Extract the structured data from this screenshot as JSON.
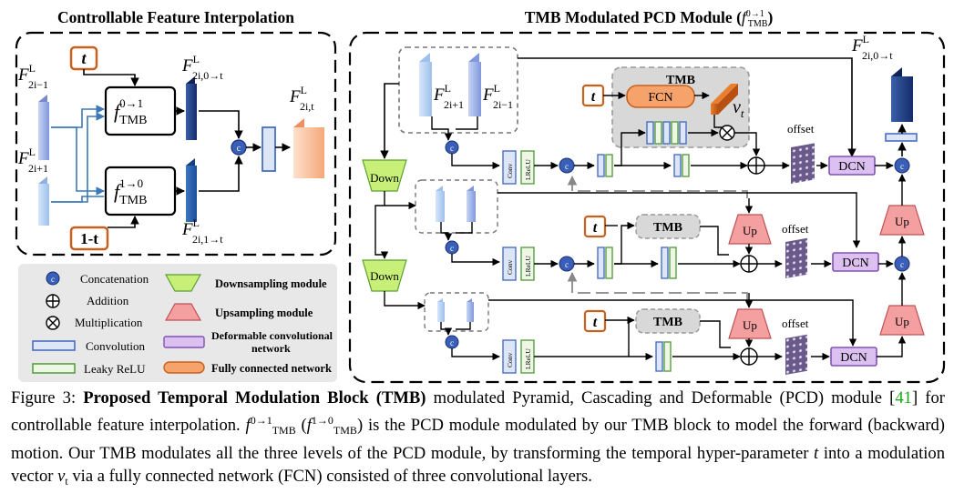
{
  "left_panel": {
    "title": "Controllable Feature Interpolation",
    "t_label": "t",
    "one_minus_t_label": "1-t",
    "f_fwd_sup": "0→1",
    "f_bwd_sup": "1→0",
    "f_sub": "TMB",
    "f_base": "f",
    "feat_prev": {
      "base": "F",
      "sup": "L",
      "sub": "2i−1"
    },
    "feat_next": {
      "base": "F",
      "sup": "L",
      "sub": "2i+1"
    },
    "feat_fwd": {
      "base": "F",
      "sup": "L",
      "sub": "2i,0→t"
    },
    "feat_bwd": {
      "base": "F",
      "sup": "L",
      "sub": "2i,1→t"
    },
    "feat_out": {
      "base": "F",
      "sup": "L",
      "sub": "2i,t"
    },
    "concat_symbol": "c"
  },
  "right_panel": {
    "title_main": "TMB Modulated PCD Module (",
    "title_f": "f",
    "title_sup": "0→1",
    "title_sub": "TMB",
    "title_close": ")",
    "feat_next": {
      "base": "F",
      "sup": "L",
      "sub": "2i+1"
    },
    "feat_prev": {
      "base": "F",
      "sup": "L",
      "sub": "2i−1"
    },
    "feat_out": {
      "base": "F",
      "sup": "L",
      "sub": "2i,0→t"
    },
    "tmb_label": "TMB",
    "fcn_label": "FCN",
    "vt_label": "v",
    "vt_sub": "t",
    "t_label": "t",
    "down_label": "Down",
    "up_label": "Up",
    "dcn_label": "DCN",
    "offset_label": "offset",
    "conv_label": "Conv",
    "lrelu_label": "LReLU",
    "concat_symbol": "c"
  },
  "legend": {
    "concatenation": "Concatenation",
    "addition": "Addition",
    "multiplication": "Multiplication",
    "convolution": "Convolution",
    "leaky_relu": "Leaky ReLU",
    "downsampling": "Downsampling module",
    "upsampling": "Upsampling module",
    "deformable_1": "Deformable convolutional",
    "deformable_2": "network",
    "fully_connected": "Fully connected network",
    "concat_symbol": "c"
  },
  "caption": {
    "fig_label": "Figure 3: ",
    "bold_title": "Proposed Temporal Modulation Block (TMB)",
    "t1": " modulated Pyramid, Cascading and Deformable (PCD) module ",
    "cite_open": "[",
    "cite_num": "41",
    "cite_close": "]",
    "t2": " for controllable feature interpolation. ",
    "f": "f",
    "sup_fwd": "0→1",
    "sup_bwd": "1→0",
    "sub": "TMB",
    "paren_open": " (",
    "paren_close": ")",
    "t3": " is the PCD module modulated by our TMB block to model the forward (backward) motion. Our TMB modulates all the three levels of the PCD module, by transforming the temporal hyper-parameter ",
    "t_var": "t",
    "t4": " into a modulation vector ",
    "v_var": "v",
    "v_sub": "t",
    "t5": " via a fully connected network (FCN) consisted of three convolutional layers."
  },
  "colors": {
    "orange_border": "#c8601e",
    "fcn_fill": "#f5a36a",
    "down_fill": "#c8f078",
    "up_fill": "#f4a0a0",
    "dcn_fill": "#dcc0f0",
    "conv_border": "#4a6fc0",
    "lrelu_border": "#5aa040",
    "concat_fill": "#3a5fb8",
    "tmb_gray": "#d8d8d8"
  }
}
